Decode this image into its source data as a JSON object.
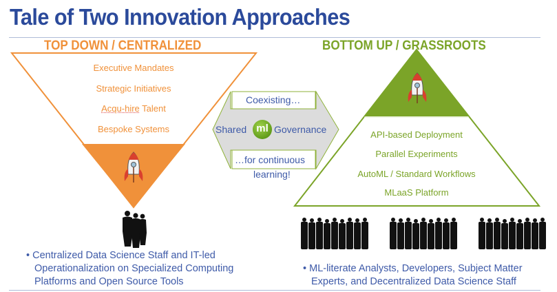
{
  "title": "Tale of Two Innovation Approaches",
  "left": {
    "heading": "TOP DOWN / CENTRALIZED",
    "items": [
      {
        "label": "Executive Mandates"
      },
      {
        "label_underlined": "Acqu-hire",
        "label_rest": " Talent"
      },
      {
        "label": "Strategic Initiatives"
      },
      {
        "label": "Bespoke Systems"
      }
    ],
    "rocket_icon": "rocket-icon",
    "people_icon": "small-team-silhouette",
    "bullet": "Centralized Data Science Staff and IT-led",
    "bullet_line2": "Operationalization on Specialized Computing",
    "bullet_line3": "Platforms and Open Source Tools",
    "color": "#f0913a"
  },
  "center": {
    "top_text": "Coexisting…",
    "left_text": "Shared",
    "logo_text": "ml",
    "right_text": "Governance",
    "bottom_text_1": "…for continuous",
    "bottom_text_2": "learning!",
    "arrow_fill": "#dcdcdc",
    "arrow_stroke": "#8fb23a",
    "text_color": "#3e5aa8"
  },
  "right": {
    "heading": "BOTTOM UP / GRASSROOTS",
    "items": [
      {
        "label": "API-based Deployment"
      },
      {
        "label": "Parallel Experiments"
      },
      {
        "label": "AutoML / Standard Workflows"
      },
      {
        "label": "MLaaS Platform"
      }
    ],
    "rocket_icon": "rocket-icon",
    "people_icon": "large-crowd-silhouette",
    "bullet": "ML-literate Analysts, Developers, Subject Matter",
    "bullet_line2": "Experts, and Decentralized Data Science Staff",
    "color": "#7ba428"
  },
  "colors": {
    "title": "#2b4a9b",
    "orange": "#f0913a",
    "green": "#7ba428",
    "rule": "#aebbd8"
  }
}
